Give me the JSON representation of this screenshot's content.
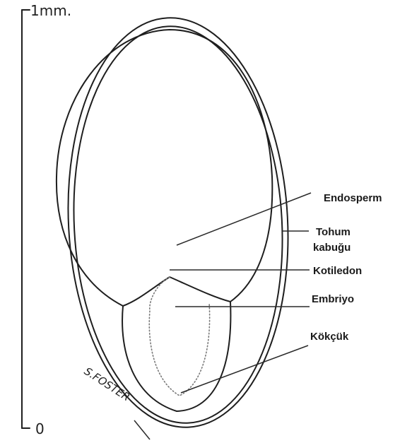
{
  "scale": {
    "top_label": "1mm.",
    "bottom_label": "0"
  },
  "labels": {
    "endosperm": "Endosperm",
    "tohum_line1": "Tohum",
    "tohum_line2": "kabuğu",
    "kotiledon": "Kotiledon",
    "embriyo": "Embriyo",
    "kokcuk": "Kökçük"
  },
  "signature": "S.FOSTER"
}
